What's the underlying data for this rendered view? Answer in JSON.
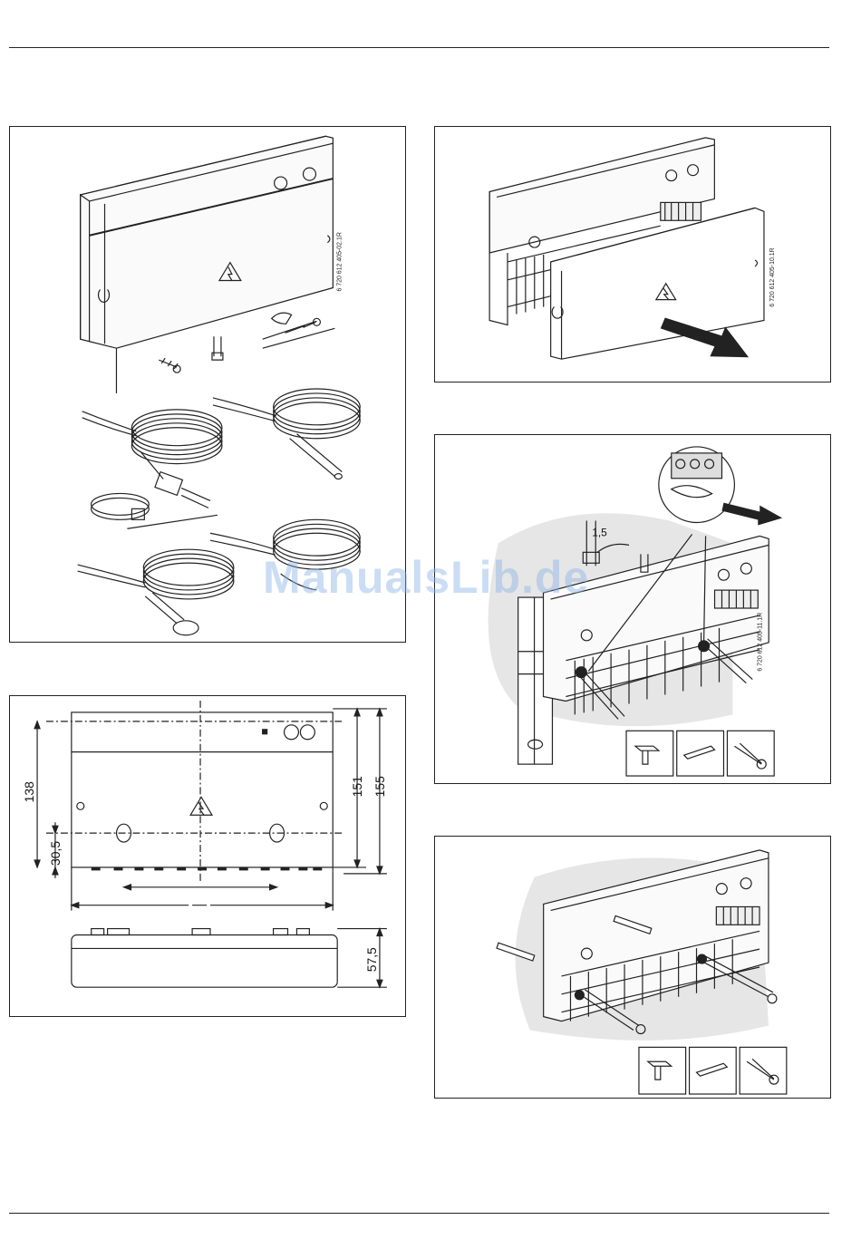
{
  "figures": {
    "fig1": {
      "code": "6 720 612 405-02.1R"
    },
    "fig2": {
      "dim_138": "138",
      "dim_30_5": "30,5",
      "dim_151": "151",
      "dim_155": "155",
      "dim_57_5": "57,5"
    },
    "fig3": {
      "code": "6 720 612 405-10.1R"
    },
    "fig4": {
      "code": "6 720 612 405-11.1R",
      "dim_1_5": "1,5"
    },
    "fig5": {}
  },
  "watermark": "ManualsLib.de",
  "colors": {
    "line": "#222222",
    "shade": "#e6e6e6",
    "watermark": "#8cb4e6"
  }
}
